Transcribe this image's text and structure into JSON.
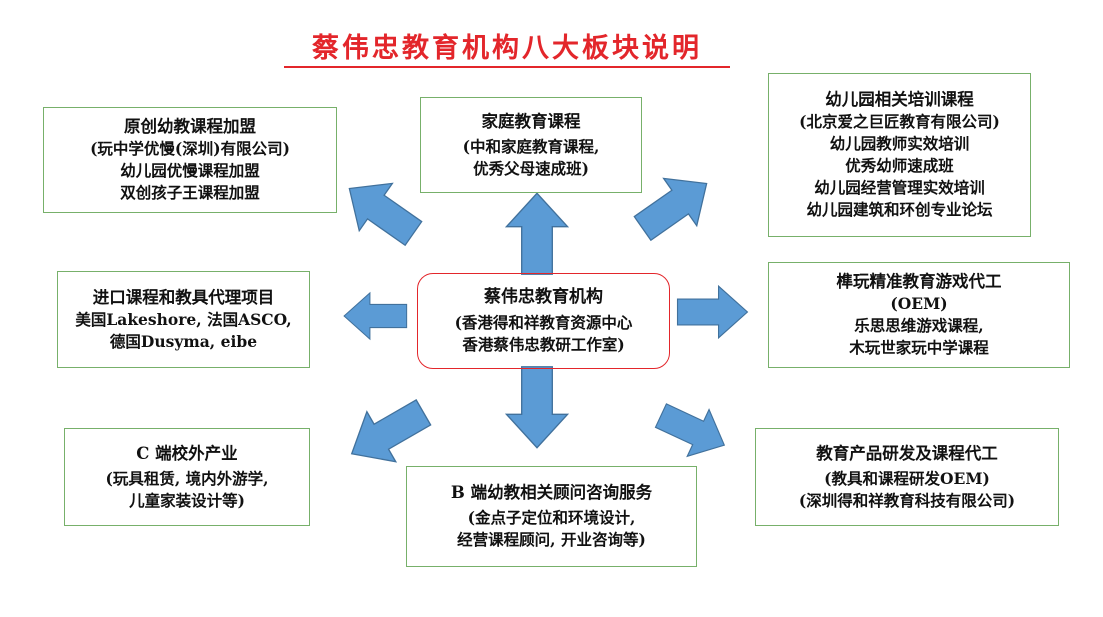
{
  "title": "蔡伟忠教育机构八大板块说明",
  "center": {
    "name": "蔡伟忠教育机构",
    "line1": "(香港得和祥教育资源中心",
    "line2": "香港蔡伟忠教研工作室)"
  },
  "blocks": {
    "top_left": {
      "heading": "原创幼教课程加盟",
      "lines": [
        "(玩中学优慢(深圳)有限公司)",
        "幼儿园优慢课程加盟",
        "双创孩子王课程加盟"
      ]
    },
    "top_center": {
      "heading": "家庭教育课程",
      "lines": [
        "(中和家庭教育课程,",
        "优秀父母速成班)"
      ]
    },
    "top_right": {
      "heading": "幼儿园相关培训课程",
      "lines": [
        "(北京爱之巨匠教育有限公司)",
        "幼儿园教师实效培训",
        "优秀幼师速成班",
        "幼儿园经营管理实效培训",
        "幼儿园建筑和环创专业论坛"
      ]
    },
    "mid_left": {
      "heading": "进口课程和教具代理项目",
      "lines": [
        "美国Lakeshore, 法国ASCO,",
        "德国Dusyma, eibe"
      ]
    },
    "mid_right": {
      "heading": "榫玩精准教育游戏代工",
      "lines": [
        "(OEM)",
        "乐思思维游戏课程,",
        "木玩世家玩中学课程"
      ]
    },
    "bottom_left": {
      "heading": "C 端校外产业",
      "lines": [
        "(玩具租赁, 境内外游学,",
        "儿童家装设计等)"
      ]
    },
    "bottom_center": {
      "heading": "B 端幼教相关顾问咨询服务",
      "lines": [
        "(金点子定位和环境设计,",
        "经营课程顾问, 开业咨询等)"
      ]
    },
    "bottom_right": {
      "heading": "教育产品研发及课程代工",
      "lines": [
        "(教具和课程研发OEM)",
        "(深圳得和祥教育科技有限公司)"
      ]
    }
  },
  "colors": {
    "title": "#e3262b",
    "center_border": "#e3262b",
    "box_border": "#77b06a",
    "arrow_fill": "#5b9bd5",
    "arrow_stroke": "#41719c"
  }
}
